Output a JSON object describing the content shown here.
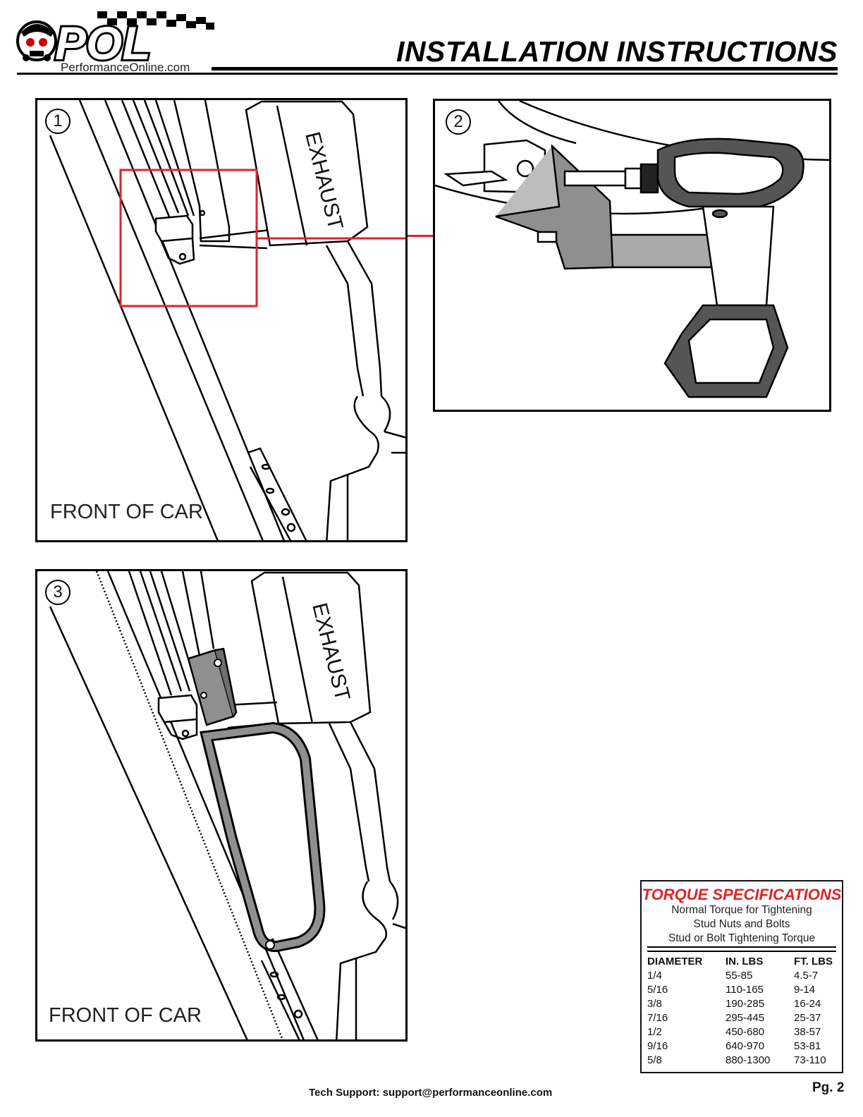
{
  "header": {
    "logo_url": "PerformanceOnline.com",
    "logo_mark": "POL",
    "title": "INSTALLATION INSTRUCTIONS"
  },
  "steps": [
    {
      "number": "1",
      "caption": "FRONT OF CAR",
      "label": "EXHAUST"
    },
    {
      "number": "2"
    },
    {
      "number": "3",
      "caption": "FRONT OF CAR",
      "label": "EXHAUST"
    }
  ],
  "colors": {
    "highlight": "#e32229",
    "part_gray": "#8f8f8f",
    "dark_gray": "#555555"
  },
  "torque": {
    "title": "TORQUE SPECIFICATIONS",
    "lines": [
      "Normal Torque for Tightening",
      "Stud Nuts and Bolts",
      "Stud or Bolt Tightening Torque"
    ],
    "headers": [
      "DIAMETER",
      "IN. LBS",
      "FT. LBS"
    ],
    "rows": [
      [
        "1/4",
        "55-85",
        "4.5-7"
      ],
      [
        "5/16",
        "110-165",
        "9-14"
      ],
      [
        "3/8",
        "190-285",
        "16-24"
      ],
      [
        "7/16",
        "295-445",
        "25-37"
      ],
      [
        "1/2",
        "450-680",
        "38-57"
      ],
      [
        "9/16",
        "640-970",
        "53-81"
      ],
      [
        "5/8",
        "880-1300",
        "73-110"
      ]
    ]
  },
  "footer": {
    "support": "Tech Support: support@performanceonline.com",
    "page": "Pg. 2"
  }
}
